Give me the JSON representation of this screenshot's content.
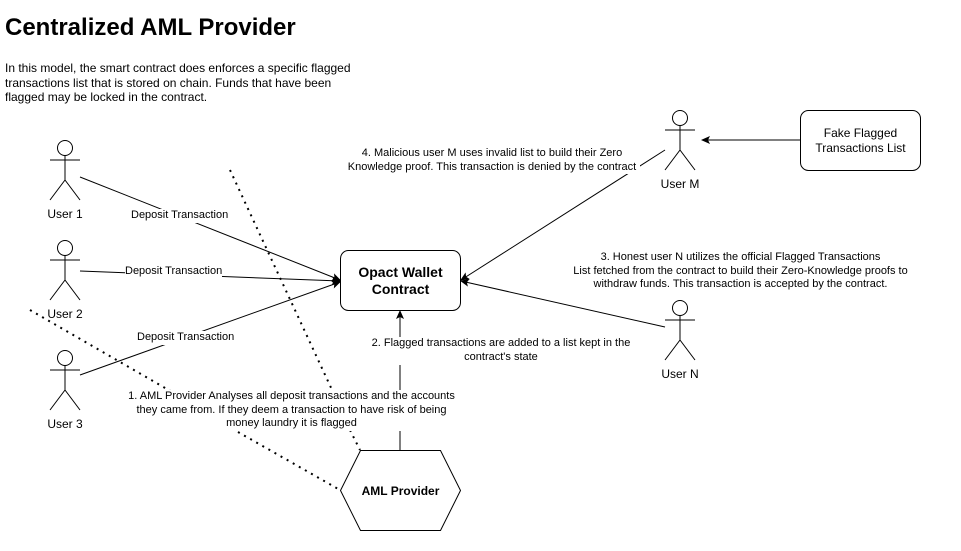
{
  "title": "Centralized AML Provider",
  "intro": "In this model, the smart contract does enforces a specific flagged transactions list that is stored on chain. Funds that have been flagged may be locked in the contract.",
  "actors": {
    "user1": "User 1",
    "user2": "User 2",
    "user3": "User 3",
    "userM": "User M",
    "userN": "User N"
  },
  "nodes": {
    "contract_line1": "Opact Wallet",
    "contract_line2": "Contract",
    "aml_provider": "AML Provider",
    "fake_line1": "Fake Flagged",
    "fake_line2": "Transactions List"
  },
  "edges": {
    "deposit1": "Deposit Transaction",
    "deposit2": "Deposit Transaction",
    "deposit3": "Deposit Transaction"
  },
  "notes": {
    "step1_l1": "1. AML Provider Analyses all deposit transactions and the accounts",
    "step1_l2": "they came from. If they deem a transaction to have risk of being",
    "step1_l3": "money laundry it is flagged",
    "step2_l1": "2. Flagged transactions are added to a list kept in the",
    "step2_l2": "contract's state",
    "step3_l1": "3. Honest user N utilizes the official Flagged Transactions",
    "step3_l2": "List fetched from the contract to build their Zero-Knowledge proofs to",
    "step3_l3": "withdraw funds. This transaction is accepted by the contract.",
    "step4_l1": "4. Malicious user M uses invalid list to build their Zero",
    "step4_l2": "Knowledge proof. This transaction is denied by the contract"
  }
}
